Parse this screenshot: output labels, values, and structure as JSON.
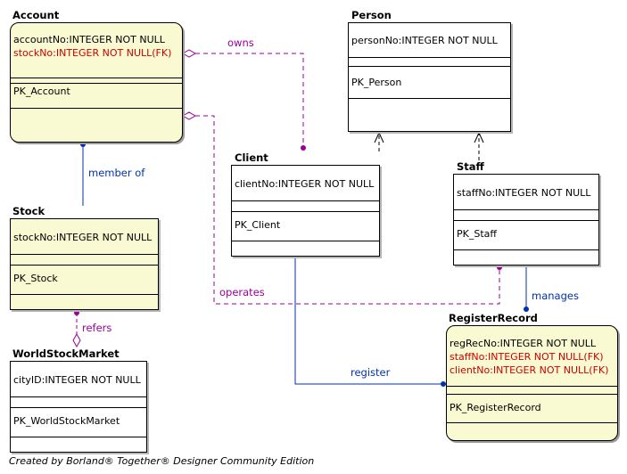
{
  "entities": {
    "account": {
      "name": "Account",
      "attributes": [
        {
          "text": "accountNo:INTEGER NOT NULL",
          "fk": false
        },
        {
          "text": "stockNo:INTEGER NOT NULL(FK)",
          "fk": true
        }
      ],
      "keys": [
        "PK_Account"
      ]
    },
    "person": {
      "name": "Person",
      "attributes": [
        {
          "text": "personNo:INTEGER NOT NULL",
          "fk": false
        }
      ],
      "keys": [
        "PK_Person"
      ]
    },
    "client": {
      "name": "Client",
      "attributes": [
        {
          "text": "clientNo:INTEGER NOT NULL",
          "fk": false
        }
      ],
      "keys": [
        "PK_Client"
      ]
    },
    "staff": {
      "name": "Staff",
      "attributes": [
        {
          "text": "staffNo:INTEGER NOT NULL",
          "fk": false
        }
      ],
      "keys": [
        "PK_Staff"
      ]
    },
    "stock": {
      "name": "Stock",
      "attributes": [
        {
          "text": "stockNo:INTEGER NOT NULL",
          "fk": false
        }
      ],
      "keys": [
        "PK_Stock"
      ]
    },
    "worldStockMarket": {
      "name": "WorldStockMarket",
      "attributes": [
        {
          "text": "cityID:INTEGER NOT NULL",
          "fk": false
        }
      ],
      "keys": [
        "PK_WorldStockMarket"
      ]
    },
    "registerRecord": {
      "name": "RegisterRecord",
      "attributes": [
        {
          "text": "regRecNo:INTEGER NOT NULL",
          "fk": false
        },
        {
          "text": "staffNo:INTEGER NOT NULL(FK)",
          "fk": true
        },
        {
          "text": "clientNo:INTEGER NOT NULL(FK)",
          "fk": true
        }
      ],
      "keys": [
        "PK_RegisterRecord"
      ]
    }
  },
  "relations": {
    "owns": "owns",
    "member_of": "member of",
    "operates": "operates",
    "refers": "refers",
    "manages": "manages",
    "register": "register"
  },
  "colors": {
    "link_blue": "#0033aa",
    "link_purple": "#990099",
    "fk_red": "#cc0000",
    "entity_yellow": "#fafad2"
  },
  "footer": "Created by Borland® Together® Designer Community Edition"
}
